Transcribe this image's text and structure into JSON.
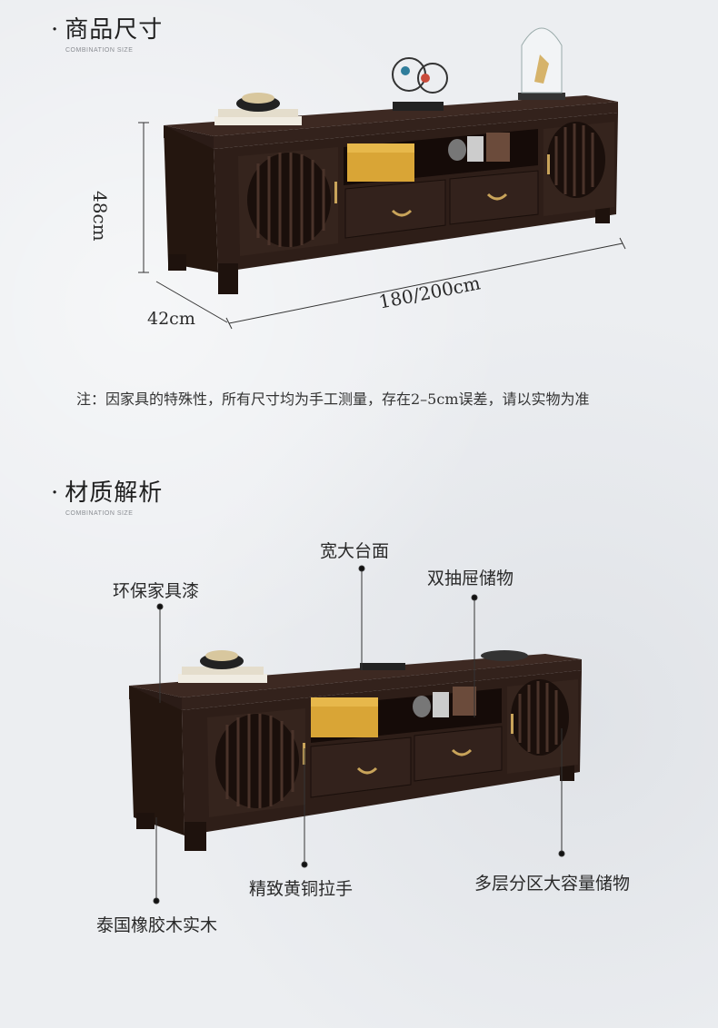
{
  "section1": {
    "title": "商品尺寸",
    "subtitle": "COMBINATION SIZE",
    "dim_height": "48cm",
    "dim_width": "180/200cm",
    "dim_depth": "42cm",
    "note": "注：因家具的特殊性，所有尺寸均为手工测量，存在2–5cm误差，请以实物为准"
  },
  "section2": {
    "title": "材质解析",
    "subtitle": "COMBINATION SIZE",
    "labels": {
      "paint": "环保家具漆",
      "top": "宽大台面",
      "drawers": "双抽屉储物",
      "handles": "精致黄铜拉手",
      "wood": "泰国橡胶木实木",
      "storage": "多层分区大容量储物"
    }
  },
  "colors": {
    "wood_dark": "#2b1c17",
    "wood_mid": "#3a2620",
    "brass": "#c9a45a",
    "box_yellow": "#d9a536"
  }
}
